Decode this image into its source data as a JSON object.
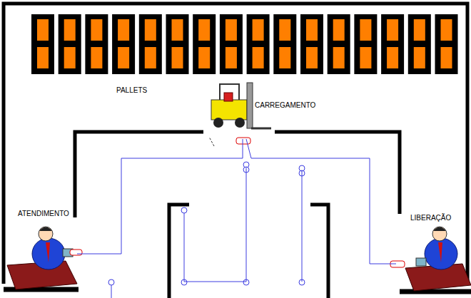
{
  "diagram": {
    "nodes": [
      {
        "text": [
          "CARREGAMENTO"
        ]
      },
      {
        "text": [
          "ATENDIMENTO"
        ]
      },
      {
        "text": [
          "LIBERAÇÃO"
        ]
      }
    ],
    "edges": [
      {
        "from": 1,
        "to": 0,
        "arrow": "none"
      },
      {
        "from": 0,
        "to": 2,
        "arrow": "none"
      }
    ],
    "labels": [
      "PALLETS"
    ]
  }
}
